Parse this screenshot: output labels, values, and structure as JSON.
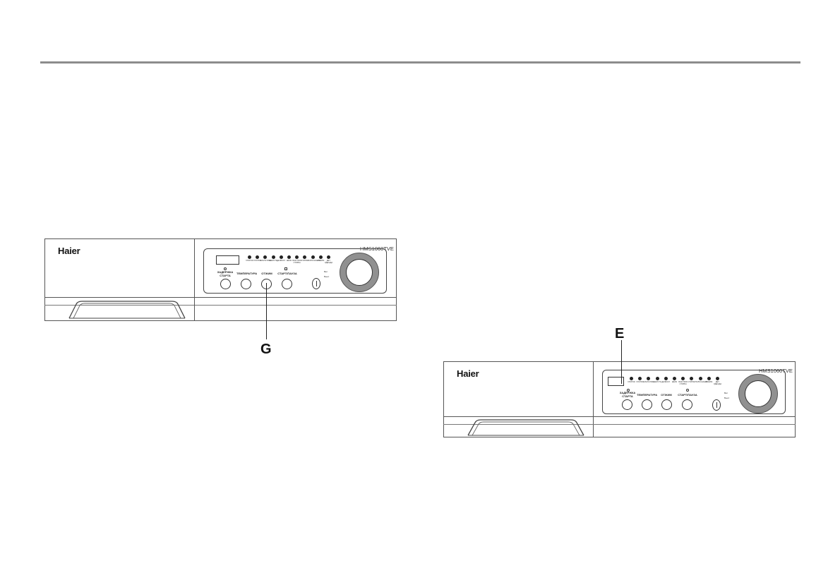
{
  "brand": "Haier",
  "model": "HMS1060TVE",
  "program_labels": [
    "ХЛОПОК",
    "ХЛОПОК",
    "СИНТЕТИКА",
    "ШЕРСТЬ",
    "ДЕЛИКАТ.",
    "ШЁЛК",
    "БЫСТРАЯ СТИРКА",
    "СТИРКА",
    "ПОЛОСКАНИЕ",
    "ОТЖИМ",
    "ДЕТ. ОДЕЖДА"
  ],
  "buttons": {
    "delay": "ЗАДЕРЖКА СТАРТА",
    "temperature": "ТЕМПЕРАТУРА",
    "spin": "ОТЖИМ",
    "start_pause": "СТАРТ/ПАУЗА"
  },
  "side_options": [
    "Вкл",
    "Выкл"
  ],
  "callouts": {
    "left": "G",
    "right": "E"
  }
}
